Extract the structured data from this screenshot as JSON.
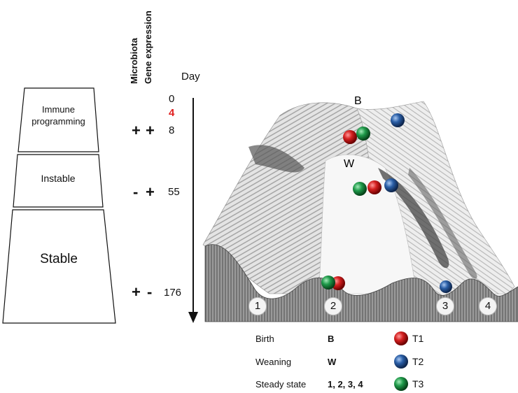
{
  "columns": {
    "microbiota": "Microbiota",
    "gene_expression": "Gene expression"
  },
  "axis": {
    "label": "Day",
    "ticks": [
      {
        "value": "0",
        "highlight": false
      },
      {
        "value": "4",
        "highlight": true
      },
      {
        "value": "8",
        "highlight": false
      },
      {
        "value": "55",
        "highlight": false
      },
      {
        "value": "176",
        "highlight": false
      }
    ]
  },
  "phases": [
    {
      "label": "Immune programming",
      "microbiota": "+",
      "gene_expression": "+"
    },
    {
      "label": "Instable",
      "microbiota": "-",
      "gene_expression": "+"
    },
    {
      "label": "Stable",
      "microbiota": "+",
      "gene_expression": "-"
    }
  ],
  "landscape": {
    "birth_marker": "B",
    "weaning_marker": "W",
    "valleys": [
      "1",
      "2",
      "3",
      "4"
    ]
  },
  "legend": {
    "rows": [
      {
        "label": "Birth",
        "code": "B"
      },
      {
        "label": "Weaning",
        "code": "W"
      },
      {
        "label": "Steady state",
        "code": "1, 2, 3, 4"
      }
    ],
    "tracks": [
      {
        "label": "T1",
        "color": "#d42020"
      },
      {
        "label": "T2",
        "color": "#2a5ea6"
      },
      {
        "label": "T3",
        "color": "#1f9a4a"
      }
    ]
  },
  "colors": {
    "highlight": "#e02020",
    "t1": "#d42020",
    "t2": "#2a5ea6",
    "t3": "#1f9a4a"
  }
}
